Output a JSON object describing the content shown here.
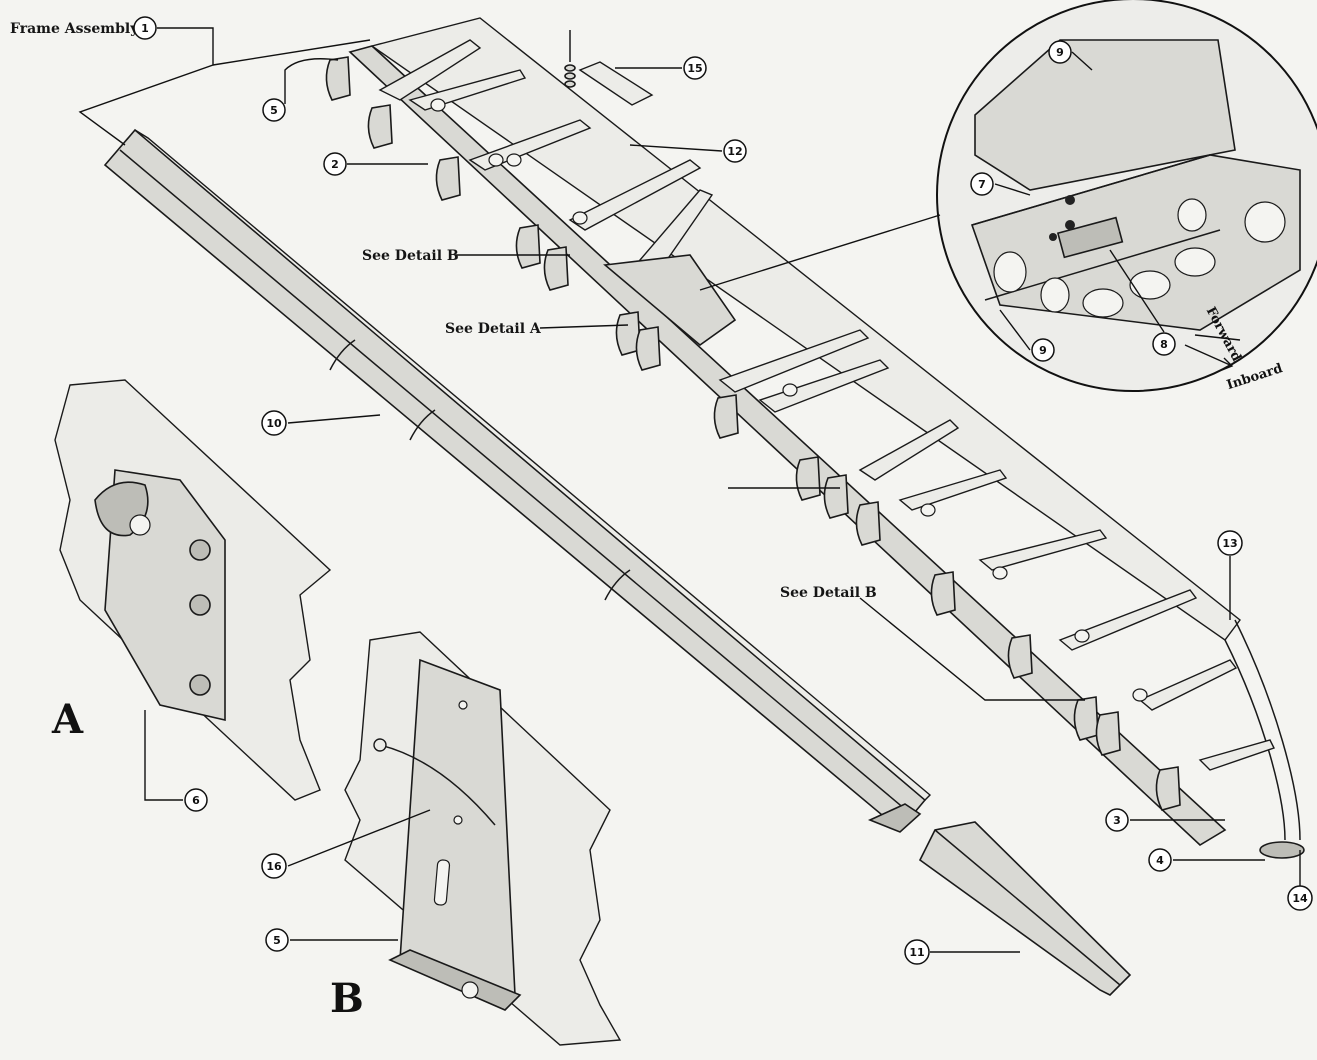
{
  "title_label": "Frame Assembly",
  "detail_refs": {
    "see_detail_b_top": "See Detail B",
    "see_detail_a": "See Detail A",
    "see_detail_b_bottom": "See Detail B"
  },
  "detail_letters": {
    "a": "A",
    "b": "B"
  },
  "directions": {
    "forward": "Forward",
    "inboard": "Inboard"
  },
  "callouts": {
    "c1": "1",
    "c2": "2",
    "c3": "3",
    "c4": "4",
    "c5_top": "5",
    "c5_bottom": "5",
    "c6": "6",
    "c7": "7",
    "c8": "8",
    "c9_top": "9",
    "c9_bottom": "9",
    "c10": "10",
    "c11": "11",
    "c12": "12",
    "c13": "13",
    "c14": "14",
    "c15": "15",
    "c16": "16"
  }
}
